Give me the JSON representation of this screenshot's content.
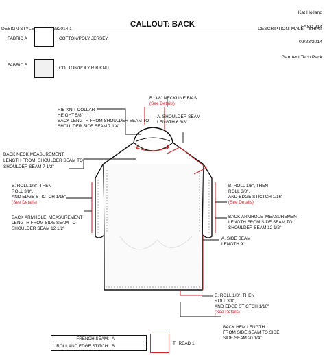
{
  "header": {
    "author": "Kat Holland",
    "course": "FASD 214",
    "date": "02/23/2014",
    "doc_type": "Garment Tech Pack",
    "design_style_label": "DESIGN STYLE # :",
    "design_style_value": "02232014.1",
    "title": "CALLOUT: BACK",
    "description": "DESCRIPTION: MALE T-SHIRT"
  },
  "fabrics": [
    {
      "label": "FABRIC A",
      "name": "COTTON/POLY JERSEY"
    },
    {
      "label": "FABRIC B",
      "name": "COTTON/POLY RIB KNIT"
    }
  ],
  "callouts": {
    "neckline_bias": {
      "title": "B. 3/8\" NECKLINE BIAS",
      "details": "(See Details)"
    },
    "rib_collar": {
      "line1": "RIB KNIT COLLAR",
      "line2": "HEIGHT 5/8\"",
      "line3": "BACK LENGTH FROM SHOULDER SEAM TO",
      "line4": "SHOULDER SIDE SEAM 7 1/4\""
    },
    "shoulder_seam": {
      "line1": "A. SHOULDER SEAM",
      "line2": "LENGTH 6 3/8\""
    },
    "back_neck": {
      "line1": "BACK NECK MEASUREMENT",
      "line2": "LENGTH FROM  SHOULDER SEAM TO",
      "line3": "SHOULDER SEAM 7 1/2\""
    },
    "roll_left": {
      "line1": "B. ROLL 1/8\", THEN",
      "line2": "ROLL 3/8\",",
      "line3": "AND EDGE STICTCH 1/16\"",
      "details": "(See Details)"
    },
    "roll_right": {
      "line1": "B. ROLL 1/8\", THEN",
      "line2": "ROLL 3/8\",",
      "line3": "AND EDGE STICTCH 1/16\"",
      "details": "(See Details)"
    },
    "armhole_left": {
      "line1": "BACK ARMHOLE  MEASUREMENT",
      "line2": "LENGTH FROM SIDE SEAM TO",
      "line3": "SHOULDER SEAM 12 1/2\""
    },
    "armhole_right": {
      "line1": "BACK ARMHOLE  MEASUREMENT",
      "line2": "LENGTH FROM SIDE SEAM TO",
      "line3": "SHOULDER SEAM 12 1/2\""
    },
    "side_seam": {
      "line1": "A. SIDE SEAM",
      "line2": "LENGTH 9\""
    },
    "hem_roll": {
      "line1": "B. ROLL 1/8\", THEN",
      "line2": "ROLL 3/8\",",
      "line3": "AND EDGE STICTCH 1/16\"",
      "details": "(See Details)"
    },
    "hem_length": {
      "line1": "BACK HEM LENGTH",
      "line2": "FROM SIDE SEAM TO SIDE",
      "line3": "SIDE SEAM 20 1/4\""
    }
  },
  "legend": {
    "rows": [
      {
        "label": "FRENCH SEAM:",
        "value": "A"
      },
      {
        "label": "ROLL AND EDGE STITCH:",
        "value": "B"
      }
    ],
    "thread_label": "THREAD 1"
  },
  "colors": {
    "ink": "#111111",
    "accent": "#d7262b",
    "rib_swatch": "#f1f1f1"
  }
}
